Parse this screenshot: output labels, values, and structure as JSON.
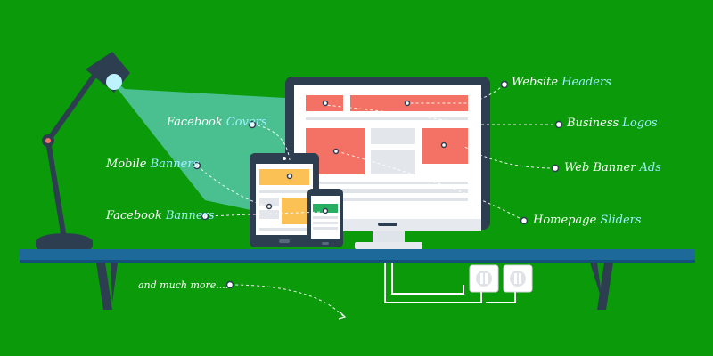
{
  "colors": {
    "background": "#0a9a0a",
    "highlight_text": "#9ff0ff",
    "label_text": "#ffffff",
    "device_frame": "#2d3e50",
    "banner_red": "#f47265",
    "banner_yellow": "#fbc155",
    "banner_green": "#27ae60",
    "desk_blue": "#1d6a9a",
    "lamp_light": "#7fe0ff"
  },
  "labels": {
    "website_headers": {
      "plain": "Website ",
      "highlight": "Headers"
    },
    "facebook_covers": {
      "plain": "Facebook ",
      "highlight": "Covers"
    },
    "business_logos": {
      "plain": "Business ",
      "highlight": "Logos"
    },
    "mobile_banners": {
      "plain": "Mobile ",
      "highlight": "Banners"
    },
    "web_banner_ads": {
      "plain": "Web Banner ",
      "highlight": "Ads"
    },
    "facebook_banners": {
      "plain": "Facebook ",
      "highlight": "Banners"
    },
    "homepage_sliders": {
      "plain": "Homepage ",
      "highlight": "Sliders"
    },
    "and_much_more": "and much more...."
  },
  "icons": [
    "desk-lamp-icon",
    "desktop-monitor-icon",
    "tablet-icon",
    "smartphone-icon",
    "power-socket-icon",
    "desk-icon"
  ]
}
